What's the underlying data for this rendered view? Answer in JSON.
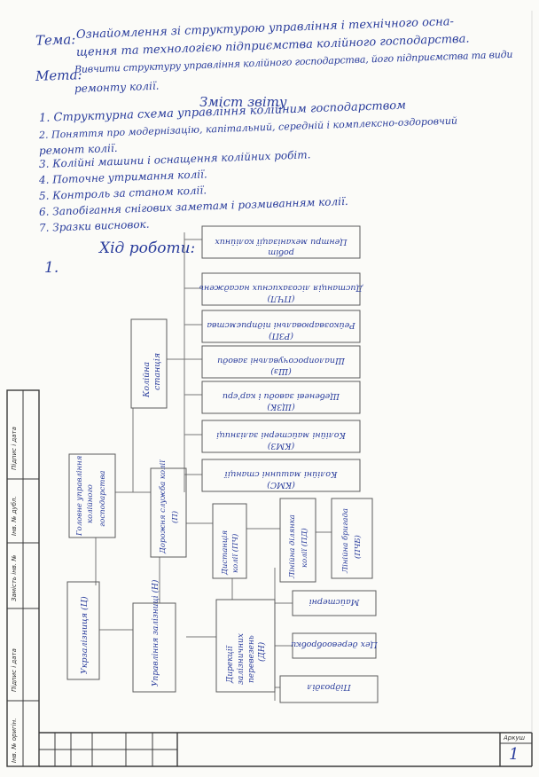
{
  "header": {
    "tema_label": "Тема:",
    "tema_line1": "Ознайомлення зі структурою управління і технічного осна-",
    "tema_line2": "щення та технологією підприємства колійного господарства.",
    "meta_label": "Мета:",
    "meta_line1": "Вивчити структуру управління колійного господарства, його підприємства та види",
    "meta_line2": "ремонту колії."
  },
  "contents": {
    "title": "Зміст звіту",
    "items": [
      "1. Структурна схема управління колійним господарством",
      "2. Поняття про модернізацію, капітальний, середній і комплексно-оздоровчий",
      "ремонт колії.",
      "3. Колійні машини і оснащення колійних робіт.",
      "4. Поточне утримання колії.",
      "5. Контроль за станом колії.",
      "6. Запобігання снігових заметам і розмиванням колії.",
      "7. Зразки висновок."
    ]
  },
  "work": {
    "title": "Хід роботи:",
    "item_number": "1."
  },
  "diagram": {
    "boxes": {
      "ukrzaliznytsia": "Укрзалізниця (Ц)",
      "upravlinnia_zaliznytsi": "Управління залізниці (Н)",
      "holovne_upravlinnia": [
        "Головне управління",
        "колійного",
        "господарства"
      ],
      "kolijna_stantsiia": [
        "Колійна",
        "станція"
      ],
      "dorozhnia_sluzhba": [
        "Дорожня служба колії",
        "(П)"
      ],
      "dyrektsii": [
        "Дирекції",
        "залізничних",
        "перевезень",
        "(ДН)"
      ],
      "dystantsiia": [
        "Дистанція",
        "колії (ПЧ)"
      ],
      "liniina_dilnytsia": [
        "Лінійна ділянка",
        "колії (ПД)"
      ],
      "liniina_brygada": [
        "Лінійна бригада",
        "(ПЧБ)"
      ],
      "maisterni": "Майстерні",
      "tsekh": "Цех деревообробки",
      "pidrozdil": "Підрозділ",
      "right_column": [
        [
          "Центри механізації колійних",
          "робіт"
        ],
        [
          "Дистанція лісозахисних насаджень",
          "(ПЧЛ)"
        ],
        [
          "Рейкозварювальні підприємства",
          "(РЗП)"
        ],
        [
          "Шпалопросочувальні заводи",
          "(Шз)"
        ],
        [
          "Щебеневі заводи і кар'єри",
          "(ЩЗК)"
        ],
        [
          "Колійні майстерні залізниці",
          "(КМЗ)"
        ],
        [
          "Колійні машинні станції",
          "(КМС)"
        ]
      ]
    }
  },
  "stamp": {
    "sheet_label": "Аркуш",
    "sheet_number": "1",
    "side_labels": [
      "Підпис і дата",
      "Інв. № дубл.",
      "Замість інв. №",
      "Підпис і дата",
      "Інв. № оригін."
    ]
  },
  "colors": {
    "ink": "#2a3d9c",
    "frame": "#3a3a3a"
  }
}
